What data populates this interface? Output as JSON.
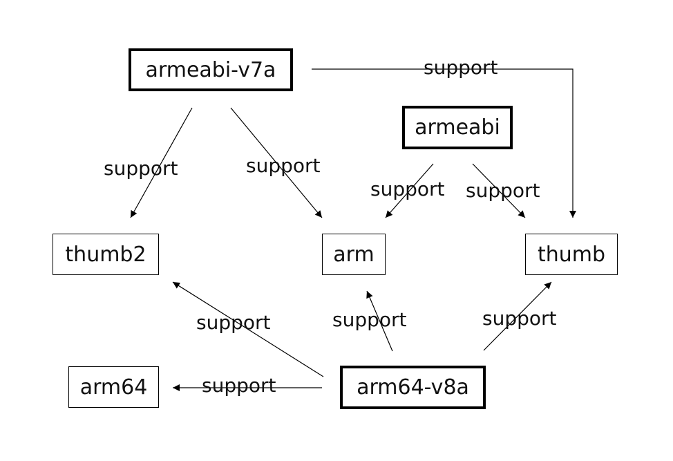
{
  "nodes": {
    "armeabi_v7a": "armeabi-v7a",
    "armeabi": "armeabi",
    "thumb2": "thumb2",
    "arm": "arm",
    "thumb": "thumb",
    "arm64": "arm64",
    "arm64_v8a": "arm64-v8a"
  },
  "edges": [
    {
      "from": "armeabi-v7a",
      "to": "thumb2",
      "label": "support"
    },
    {
      "from": "armeabi-v7a",
      "to": "arm",
      "label": "support"
    },
    {
      "from": "armeabi-v7a",
      "to": "thumb",
      "label": "support"
    },
    {
      "from": "armeabi",
      "to": "arm",
      "label": "support"
    },
    {
      "from": "armeabi",
      "to": "thumb",
      "label": "support"
    },
    {
      "from": "arm64-v8a",
      "to": "thumb2",
      "label": "support"
    },
    {
      "from": "arm64-v8a",
      "to": "arm",
      "label": "support"
    },
    {
      "from": "arm64-v8a",
      "to": "thumb",
      "label": "support"
    },
    {
      "from": "arm64-v8a",
      "to": "arm64",
      "label": "support"
    }
  ]
}
